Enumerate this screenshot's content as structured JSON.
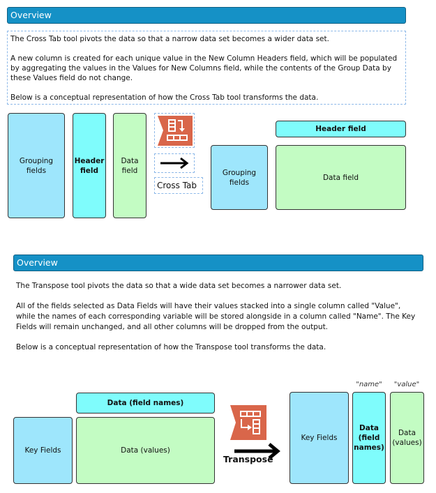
{
  "crosstab": {
    "header": "Overview",
    "paragraphs": [
      "The Cross Tab tool pivots the data so that a narrow data set becomes a wider data set.",
      "A new column is created for each unique value in the New Column Headers field, which will be populated by aggregating the values in the Values for New Columns field, while the contents of the Group Data by these Values field do not change.",
      "Below is a conceptual representation of how the Cross Tab tool transforms the data."
    ],
    "grouping": "Grouping fields",
    "header_field": "Header field",
    "data_field": "Data field",
    "tool_label": "Cross Tab",
    "out_grouping": "Grouping fields",
    "out_header": "Header field",
    "out_data": "Data field"
  },
  "transpose": {
    "header": "Overview",
    "paragraphs": [
      "The Transpose tool pivots the data so that a wide data set becomes a narrower data set.",
      "All of the fields selected as Data Fields will have their values stacked into a single column called \"Value\", while the names of each corresponding variable will be stored alongside in a column called \"Name\". The Key Fields will remain unchanged, and all other columns will be dropped from the output.",
      "Below is a conceptual representation of how the Transpose tool transforms the data."
    ],
    "in_field_names": "Data (field names)",
    "in_key": "Key Fields",
    "in_values": "Data (values)",
    "tool_label": "Transpose",
    "out_key": "Key Fields",
    "out_names": "Data (field names)",
    "out_values": "Data (values)",
    "name_caption": "\"name\"",
    "value_caption": "\"value\""
  },
  "colors": {
    "header": "#1591c6",
    "blue": "#9ee6fc",
    "cyan": "#7ffcfc",
    "green": "#c3fcc3",
    "tool": "#d9664a"
  }
}
